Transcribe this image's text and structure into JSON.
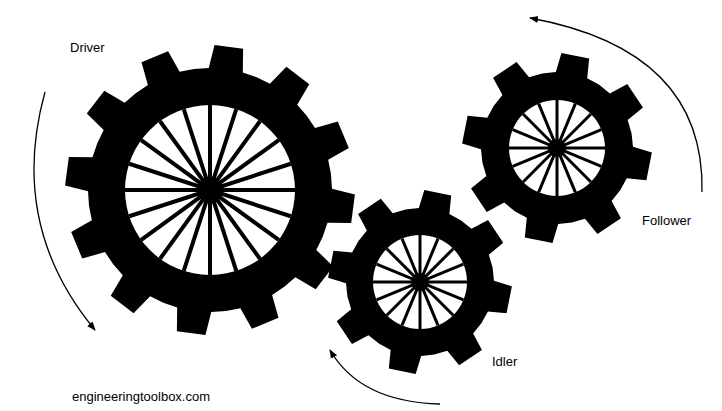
{
  "diagram": {
    "labels": [
      "Driver",
      "Follower",
      "Idler",
      "engineeringtoolbox.com"
    ]
  }
}
